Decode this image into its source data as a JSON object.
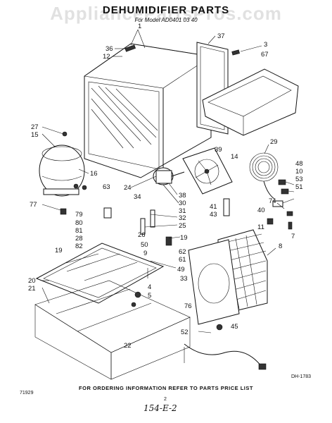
{
  "watermark": "AppliancePartsPros.com",
  "title": "DEHUMIDIFIER PARTS",
  "model_line": "For Model AD0401 03 40",
  "footer": "FOR ORDERING INFORMATION REFER TO PARTS PRICE LIST",
  "page_number": "2",
  "doc_code_left": "71929",
  "drawing_code": "DH-1783",
  "handwritten_note": "154-E-2",
  "part_labels": [
    {
      "id": "p36",
      "text": "36"
    },
    {
      "id": "p1",
      "text": "1"
    },
    {
      "id": "p12",
      "text": "12"
    },
    {
      "id": "p37",
      "text": "37"
    },
    {
      "id": "p3",
      "text": "3"
    },
    {
      "id": "p67",
      "text": "67"
    },
    {
      "id": "p27",
      "text": "27"
    },
    {
      "id": "p15",
      "text": "15"
    },
    {
      "id": "p16",
      "text": "16"
    },
    {
      "id": "p63",
      "text": "63"
    },
    {
      "id": "p39",
      "text": "39"
    },
    {
      "id": "p14",
      "text": "14"
    },
    {
      "id": "p29",
      "text": "29"
    },
    {
      "id": "p48",
      "text": "48"
    },
    {
      "id": "p10",
      "text": "10"
    },
    {
      "id": "p53",
      "text": "53"
    },
    {
      "id": "p51",
      "text": "51"
    },
    {
      "id": "p24",
      "text": "24"
    },
    {
      "id": "p34",
      "text": "34"
    },
    {
      "id": "p38",
      "text": "38"
    },
    {
      "id": "p30",
      "text": "30"
    },
    {
      "id": "p31",
      "text": "31"
    },
    {
      "id": "p77",
      "text": "77"
    },
    {
      "id": "p79",
      "text": "79"
    },
    {
      "id": "p80",
      "text": "80"
    },
    {
      "id": "p81",
      "text": "81"
    },
    {
      "id": "p28",
      "text": "28"
    },
    {
      "id": "p82",
      "text": "82"
    },
    {
      "id": "p26",
      "text": "26"
    },
    {
      "id": "p32",
      "text": "32"
    },
    {
      "id": "p25",
      "text": "25"
    },
    {
      "id": "p41",
      "text": "41"
    },
    {
      "id": "p43",
      "text": "43"
    },
    {
      "id": "p74",
      "text": "74"
    },
    {
      "id": "p40",
      "text": "40"
    },
    {
      "id": "p11",
      "text": "11"
    },
    {
      "id": "p7",
      "text": "7"
    },
    {
      "id": "p19a",
      "text": "19"
    },
    {
      "id": "p19b",
      "text": "19"
    },
    {
      "id": "p50",
      "text": "50"
    },
    {
      "id": "p9",
      "text": "9"
    },
    {
      "id": "p62",
      "text": "62"
    },
    {
      "id": "p61",
      "text": "61"
    },
    {
      "id": "p8",
      "text": "8"
    },
    {
      "id": "p49",
      "text": "49"
    },
    {
      "id": "p20",
      "text": "20"
    },
    {
      "id": "p21",
      "text": "21"
    },
    {
      "id": "p4",
      "text": "4"
    },
    {
      "id": "p5",
      "text": "5"
    },
    {
      "id": "p33",
      "text": "33"
    },
    {
      "id": "p76",
      "text": "76"
    },
    {
      "id": "p22",
      "text": "22"
    },
    {
      "id": "p52",
      "text": "52"
    },
    {
      "id": "p45",
      "text": "45"
    }
  ]
}
